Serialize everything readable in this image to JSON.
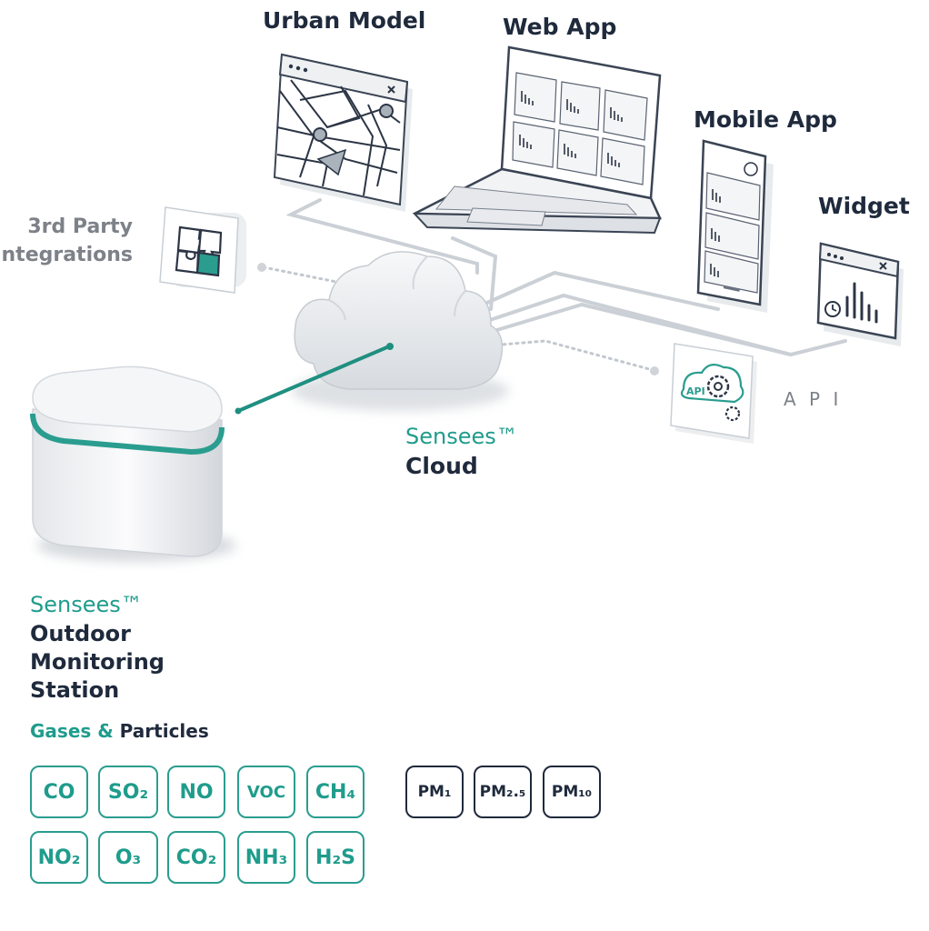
{
  "labels": {
    "urban_model": "Urban Model",
    "web_app": "Web App",
    "mobile_app": "Mobile App",
    "widget": "Widget",
    "third_party_line1": "3rd Party",
    "third_party_line2": "Integrations",
    "api": "A P I",
    "api_icon_text": "API",
    "cloud_brand": "Sensees™",
    "cloud_name": "Cloud",
    "station_brand": "Sensees™",
    "station_line1": "Outdoor",
    "station_line2": "Monitoring",
    "station_line3": "Station",
    "gases_word": "Gases &",
    "particles_word": "Particles"
  },
  "gases_row1": [
    "CO",
    "SO₂",
    "NO",
    "VOC",
    "CH₄"
  ],
  "gases_row2": [
    "NO₂",
    "O₃",
    "CO₂",
    "NH₃",
    "H₂S"
  ],
  "particles": [
    "PM₁",
    "PM₂.₅",
    "PM₁₀"
  ],
  "colors": {
    "accent": "#1f9c8c",
    "navy": "#1f2a3c",
    "grey_text": "#7d8188",
    "line": "#c9ced4"
  }
}
